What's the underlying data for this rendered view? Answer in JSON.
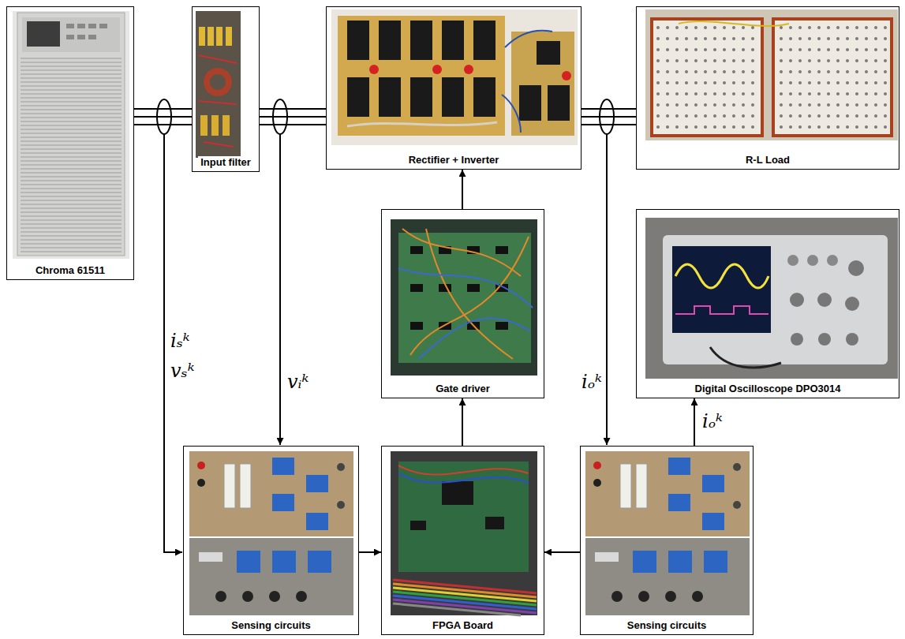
{
  "diagram": {
    "nodes": [
      {
        "text": [
          "Chroma 61511"
        ]
      },
      {
        "text": [
          "Input filter"
        ]
      },
      {
        "text": [
          "Rectifier + Inverter"
        ]
      },
      {
        "text": [
          "R-L Load"
        ]
      },
      {
        "text": [
          "Gate driver"
        ]
      },
      {
        "text": [
          "Digital Oscilloscope DPO3014"
        ]
      },
      {
        "text": [
          "Sensing circuits"
        ]
      },
      {
        "text": [
          "FPGA Board"
        ]
      },
      {
        "text": [
          "Sensing circuits"
        ]
      }
    ],
    "edges": [
      {
        "from": 0,
        "to": 1,
        "arrow": "none"
      },
      {
        "from": 1,
        "to": 2,
        "arrow": "none"
      },
      {
        "from": 2,
        "to": 3,
        "arrow": "none"
      },
      {
        "from": 7,
        "to": 4,
        "arrow": "to"
      },
      {
        "from": 4,
        "to": 2,
        "arrow": "to"
      },
      {
        "from": 6,
        "to": 7,
        "arrow": "to"
      },
      {
        "from": 8,
        "to": 7,
        "arrow": "to"
      },
      {
        "from": 8,
        "to": 5,
        "arrow": "to",
        "label": "iₒᵏ"
      }
    ],
    "labels": [
      "iₛᵏ",
      "vₛᵏ",
      "vᵢᵏ",
      "iₒᵏ"
    ]
  }
}
